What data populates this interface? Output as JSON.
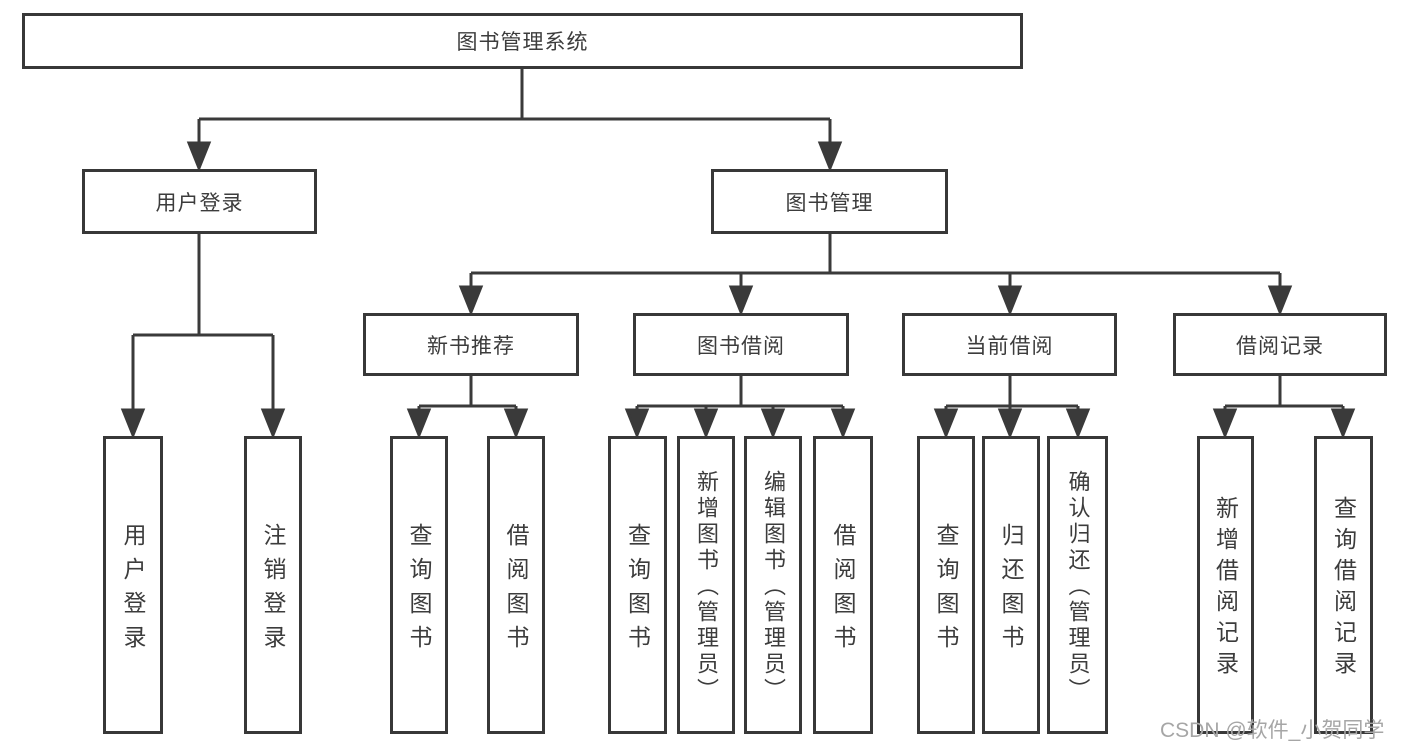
{
  "diagram": {
    "root": {
      "label": "图书管理系统"
    },
    "user_login": {
      "label": "用户登录",
      "children": [
        {
          "label": "用户登录"
        },
        {
          "label": "注销登录"
        }
      ]
    },
    "book_mgmt": {
      "label": "图书管理",
      "children": [
        {
          "label": "新书推荐",
          "children": [
            {
              "label": "查询图书"
            },
            {
              "label": "借阅图书"
            }
          ]
        },
        {
          "label": "图书借阅",
          "children": [
            {
              "label": "查询图书"
            },
            {
              "label": "新增图书（管理员）"
            },
            {
              "label": "编辑图书（管理员）"
            },
            {
              "label": "借阅图书"
            }
          ]
        },
        {
          "label": "当前借阅",
          "children": [
            {
              "label": "查询图书"
            },
            {
              "label": "归还图书"
            },
            {
              "label": "确认归还（管理员）"
            }
          ]
        },
        {
          "label": "借阅记录",
          "children": [
            {
              "label": "新增借阅记录"
            },
            {
              "label": "查询借阅记录"
            }
          ]
        }
      ]
    }
  },
  "watermark": {
    "text": "CSDN @软件_小贺同学"
  },
  "colors": {
    "line": "#3a3a3a",
    "box_border": "#383838",
    "text": "#3c3c3c",
    "watermark": "#a6a6a6",
    "background": "#ffffff"
  }
}
